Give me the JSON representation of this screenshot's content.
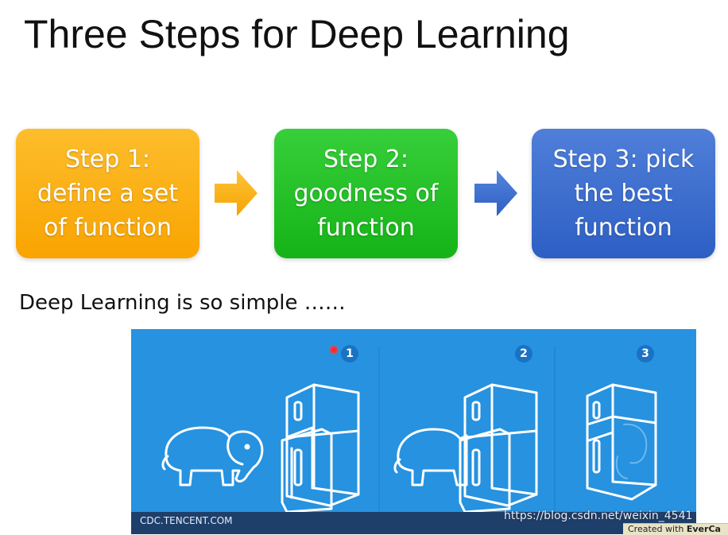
{
  "slide": {
    "title": "Three Steps for Deep Learning",
    "subtitle": "Deep Learning is so simple ……"
  },
  "steps": [
    {
      "label": "Step 1:\ndefine a set\nof function",
      "color": "#fbb21a"
    },
    {
      "label": "Step 2:\ngoodness of\nfunction",
      "color": "#22c126"
    },
    {
      "label": "Step 3: pick\nthe best\nfunction",
      "color": "#3a6fd0"
    }
  ],
  "arrows": [
    {
      "icon": "right-arrow-icon",
      "color": "#fbb21a"
    },
    {
      "icon": "right-arrow-icon",
      "color": "#3a6fd0"
    }
  ],
  "illustration": {
    "background": "#2692e0",
    "panels": [
      {
        "number": "1",
        "scene": "elephant beside open fridge"
      },
      {
        "number": "2",
        "scene": "elephant entering fridge"
      },
      {
        "number": "3",
        "scene": "fridge closed with elephant inside"
      }
    ],
    "source": "CDC.TENCENT.COM"
  },
  "watermark": "https://blog.csdn.net/weixin_4541",
  "evercam": {
    "prefix": "Created with ",
    "brand": "EverCa"
  }
}
